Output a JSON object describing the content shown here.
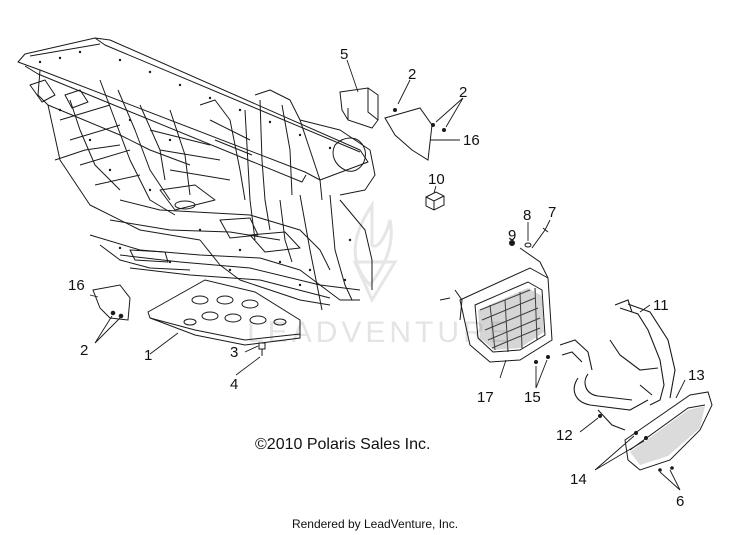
{
  "diagram": {
    "copyright": "©2010 Polaris Sales Inc.",
    "rendered_by": "Rendered by LeadVenture, Inc.",
    "watermark": "LEADVENTURE",
    "callouts": [
      "5",
      "2",
      "2",
      "16",
      "10",
      "9",
      "8",
      "7",
      "16",
      "2",
      "1",
      "3",
      "4",
      "11",
      "17",
      "15",
      "13",
      "12",
      "14",
      "6"
    ]
  },
  "colors": {
    "line": "#1a1a1a",
    "watermark": "#e4e4e4",
    "background": "#ffffff"
  },
  "icons": {
    "logo_watermark": "flame-logo-icon"
  }
}
